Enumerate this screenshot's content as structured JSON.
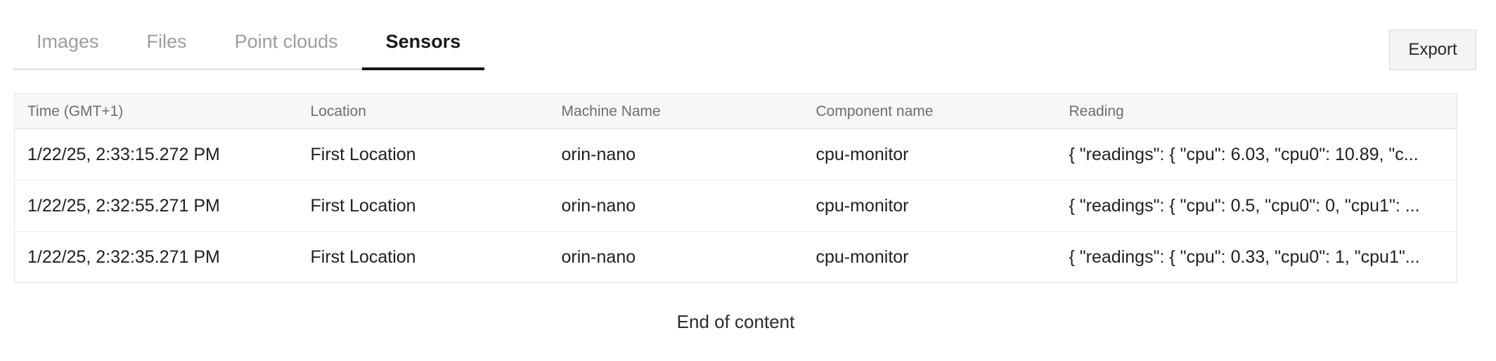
{
  "tabs": [
    {
      "label": "Images",
      "active": false
    },
    {
      "label": "Files",
      "active": false
    },
    {
      "label": "Point clouds",
      "active": false
    },
    {
      "label": "Sensors",
      "active": true
    }
  ],
  "toolbar": {
    "export_label": "Export"
  },
  "table": {
    "columns": [
      "Time (GMT+1)",
      "Location",
      "Machine Name",
      "Component name",
      "Reading"
    ],
    "rows": [
      {
        "time": "1/22/25, 2:33:15.272 PM",
        "location": "First Location",
        "machine_name": "orin-nano",
        "component_name": "cpu-monitor",
        "reading": "{ \"readings\": { \"cpu\": 6.03, \"cpu0\": 10.89, \"c..."
      },
      {
        "time": "1/22/25, 2:32:55.271 PM",
        "location": "First Location",
        "machine_name": "orin-nano",
        "component_name": "cpu-monitor",
        "reading": "{ \"readings\": { \"cpu\": 0.5, \"cpu0\": 0, \"cpu1\": ..."
      },
      {
        "time": "1/22/25, 2:32:35.271 PM",
        "location": "First Location",
        "machine_name": "orin-nano",
        "component_name": "cpu-monitor",
        "reading": "{ \"readings\": { \"cpu\": 0.33, \"cpu0\": 1, \"cpu1\"..."
      }
    ],
    "status_text": "End of content"
  },
  "colors": {
    "active_tab_underline": "#151515",
    "inactive_tab_text": "#9c9c9c",
    "header_bg": "#f7f7f7",
    "header_text": "#6e6e70",
    "cell_text": "#1f1f1f",
    "table_border": "#e3e3e3"
  }
}
